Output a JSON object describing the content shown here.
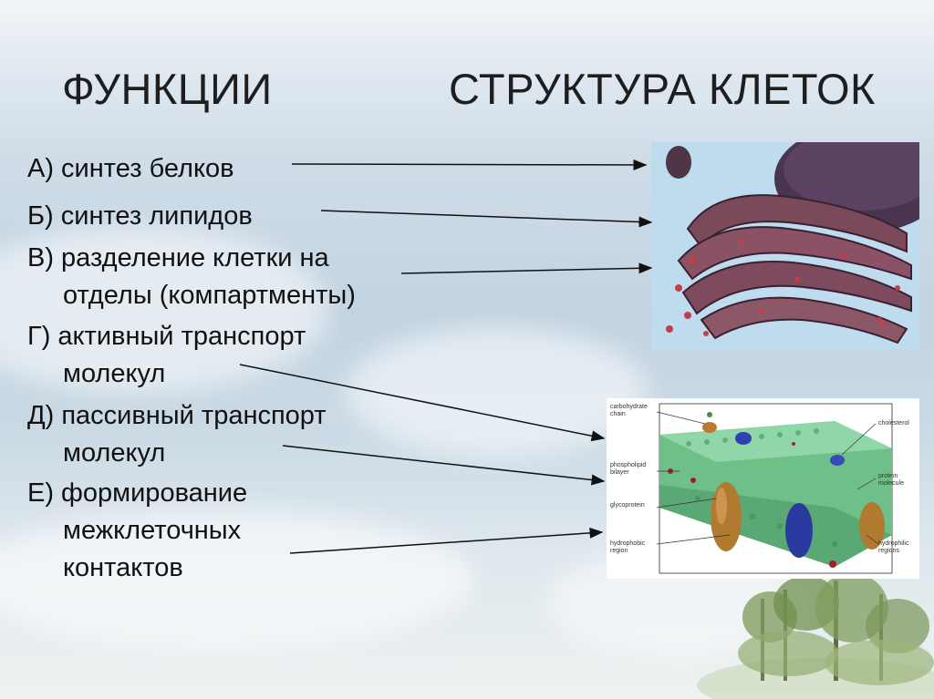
{
  "title_left": "ФУНКЦИИ",
  "title_right": "СТРУКТУРА КЛЕТОК",
  "items": [
    {
      "line1": "А) синтез белков",
      "line2": ""
    },
    {
      "line1": "Б) синтез липидов",
      "line2": ""
    },
    {
      "line1": "В) разделение клетки на",
      "line2": "отделы (компартменты)"
    },
    {
      "line1": "Г) активный транспорт",
      "line2": "молекул"
    },
    {
      "line1": "Д) пассивный транспорт",
      "line2": "молекул"
    },
    {
      "line1": "Е) формирование",
      "line2": "межклеточных",
      "line3": "контактов"
    }
  ],
  "membrane_labels": {
    "carbohydrate_chain": "carbohydrate chain",
    "phospholipid_bilayer": "phospholipid bilayer",
    "glycoprotein": "glycoprotein",
    "hydrophobic_region": "hydrophobic region",
    "cholesterol": "cholesterol",
    "protein_molecule": "protein molecule",
    "hydrophilic_regions": "hydrophilic regions"
  }
}
